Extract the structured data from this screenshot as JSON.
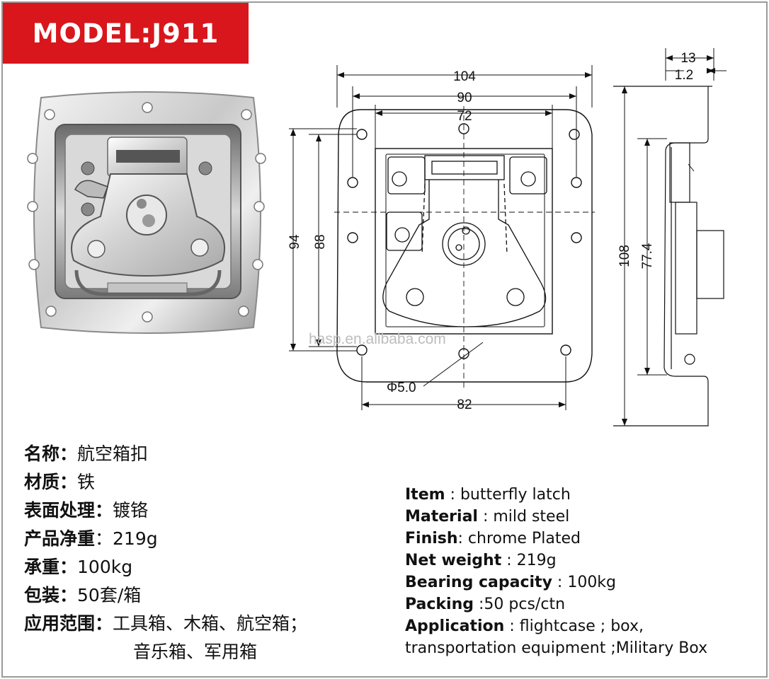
{
  "banner": {
    "model_text": "MODEL:J911",
    "color": "#d8161c"
  },
  "watermark": "hasp.en.alibaba.com",
  "dimensions": {
    "width_104": "104",
    "width_90": "90",
    "width_72": "72",
    "height_94": "94",
    "height_88": "88",
    "hole_dia": "Φ5.0",
    "bottom_82": "82",
    "depth_13": "13",
    "thickness_1_2": "1.2",
    "side_108": "108",
    "side_77_4": "77.4"
  },
  "chinese_spec": [
    {
      "key": "名称：",
      "value": "航空箱扣"
    },
    {
      "key": "材质：",
      "value": "铁"
    },
    {
      "key": "表面处理：",
      "value": "镀铬"
    },
    {
      "key": "产品净重",
      "value": "：219g"
    },
    {
      "key": "承重：",
      "value": "100kg"
    },
    {
      "key": "包装：",
      "value": "50套/箱"
    },
    {
      "key": "应用范围：",
      "value": "工具箱、木箱、航空箱；"
    }
  ],
  "chinese_spec_cont": "音乐箱、军用箱",
  "english_spec": [
    {
      "key": "Item",
      "value": " : butterfly latch"
    },
    {
      "key": "Material",
      "value": " : mild steel"
    },
    {
      "key": "Finish",
      "value": ": chrome Plated"
    },
    {
      "key": "Net weight",
      "value": " : 219g"
    },
    {
      "key": "Bearing capacity",
      "value": " : 100kg"
    },
    {
      "key": "Packing",
      "value": " :50 pcs/ctn"
    },
    {
      "key": "Application",
      "value": " : flightcase ; box,"
    }
  ],
  "english_spec_cont": "transportation equipment ;Military Box"
}
